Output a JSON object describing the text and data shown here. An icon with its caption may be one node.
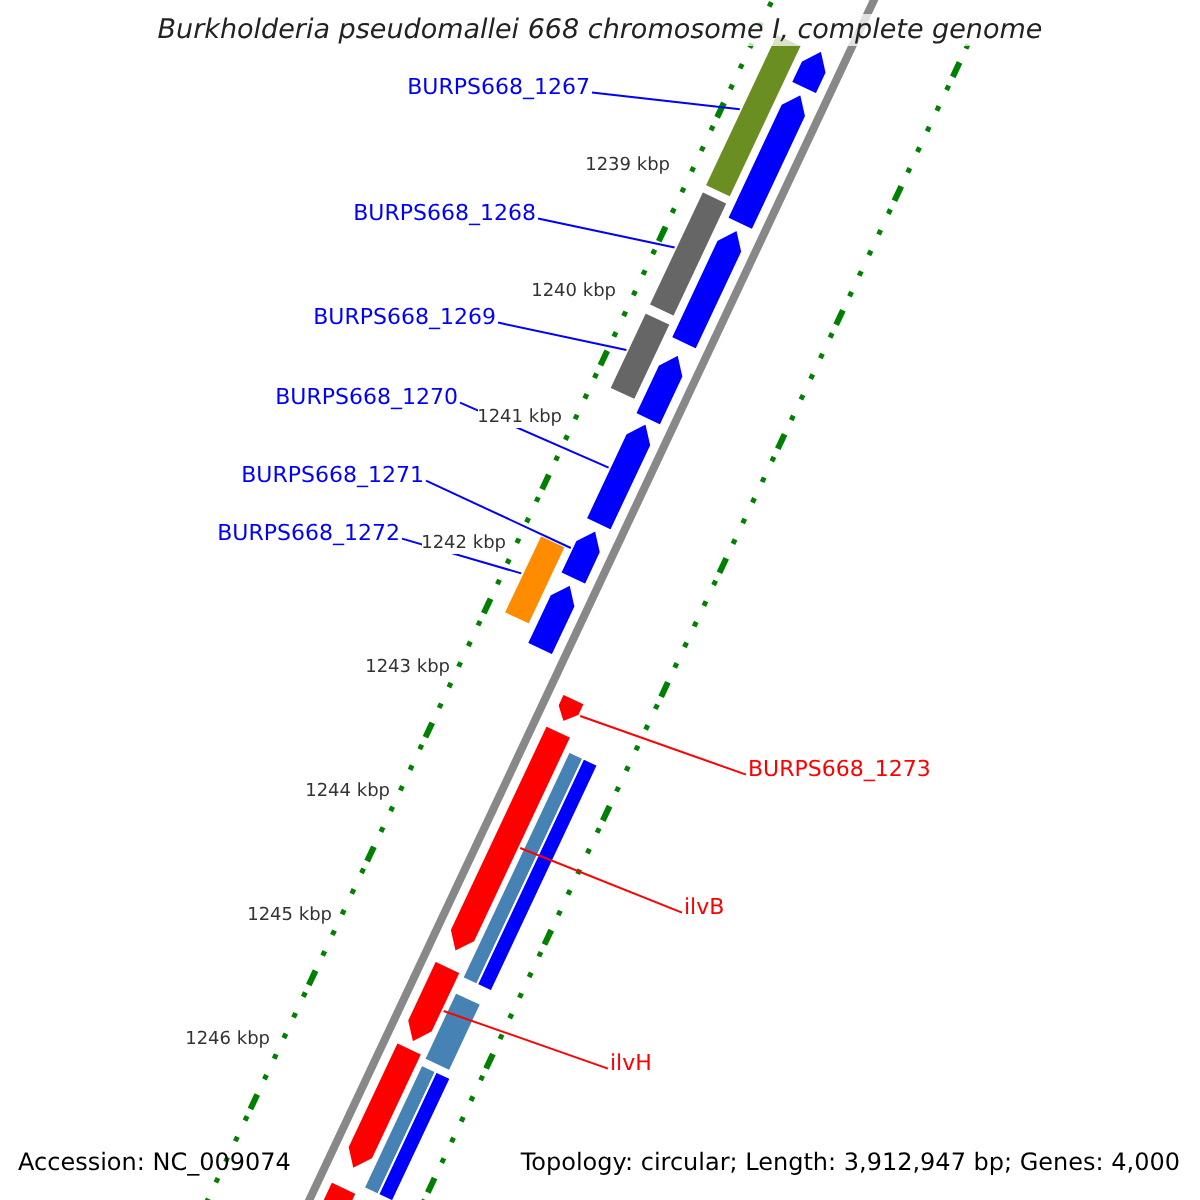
{
  "diagram": {
    "title": "Burkholderia pseudomallei 668 chromosome I, complete genome",
    "nodes": [
      {
        "text": [
          "BURPS668_1267"
        ]
      },
      {
        "text": [],
        "shape": "bar"
      },
      {
        "text": [
          "BURPS668_1268"
        ]
      },
      {
        "text": [],
        "shape": "bar"
      },
      {
        "text": [
          "BURPS668_1269"
        ]
      },
      {
        "text": [],
        "shape": "bar"
      },
      {
        "text": [
          "BURPS668_1270"
        ]
      },
      {
        "text": [],
        "shape": "pentagon"
      },
      {
        "text": [
          "BURPS668_1271"
        ]
      },
      {
        "text": [],
        "shape": "pentagon"
      },
      {
        "text": [
          "BURPS668_1272"
        ]
      },
      {
        "text": [],
        "shape": "bar"
      },
      {
        "text": [
          "BURPS668_1273"
        ]
      },
      {
        "text": [],
        "shape": "pentagon"
      },
      {
        "text": [
          "ilvB"
        ]
      },
      {
        "text": [],
        "shape": "pentagon"
      },
      {
        "text": [
          "ilvH"
        ]
      },
      {
        "text": [],
        "shape": "pentagon"
      }
    ],
    "edges": [
      {
        "from": 0,
        "to": 1,
        "arrow": "none"
      },
      {
        "from": 2,
        "to": 3,
        "arrow": "none"
      },
      {
        "from": 4,
        "to": 5,
        "arrow": "none"
      },
      {
        "from": 6,
        "to": 7,
        "arrow": "none"
      },
      {
        "from": 8,
        "to": 9,
        "arrow": "none"
      },
      {
        "from": 10,
        "to": 11,
        "arrow": "none"
      },
      {
        "from": 12,
        "to": 13,
        "arrow": "none",
        "color": "#ff0000"
      },
      {
        "from": 14,
        "to": 15,
        "arrow": "none",
        "color": "#ff0000"
      },
      {
        "from": 16,
        "to": 17,
        "arrow": "none",
        "color": "#ff0000"
      }
    ],
    "labels": [
      "1239 kbp",
      "1240 kbp",
      "1241 kbp",
      "1242 kbp",
      "1243 kbp",
      "1244 kbp",
      "1245 kbp",
      "1246 kbp",
      "Accession: NC_009074",
      "Topology: circular; Length: 3,912,947 bp; Genes: 4,000"
    ]
  }
}
